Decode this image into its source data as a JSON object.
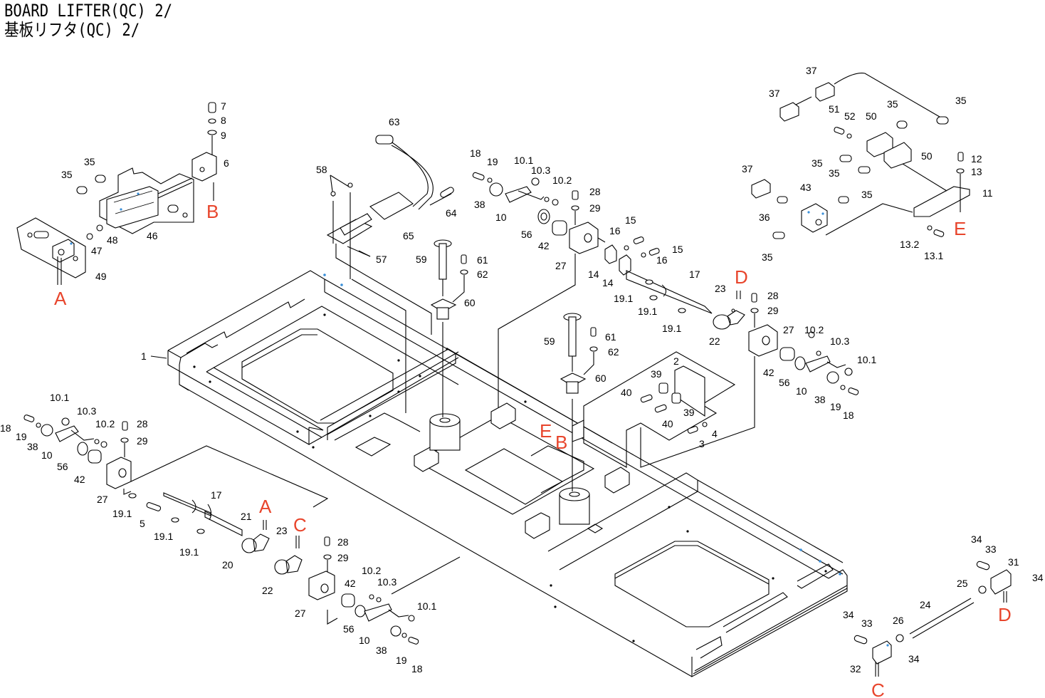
{
  "title": {
    "english": "BOARD LIFTER(QC) 2/",
    "japanese": "基板リフタ(QC) 2/"
  },
  "reference_markers": {
    "color": "#e8452c",
    "items": [
      {
        "id": "A",
        "label": "A"
      },
      {
        "id": "B",
        "label": "B"
      },
      {
        "id": "C",
        "label": "C"
      },
      {
        "id": "D",
        "label": "D"
      },
      {
        "id": "E",
        "label": "E"
      }
    ]
  },
  "callouts": {
    "cylinder_group": [
      "7",
      "8",
      "9",
      "6",
      "35",
      "35",
      "46",
      "47",
      "48",
      "49"
    ],
    "manifold_group": [
      "58",
      "57",
      "63",
      "64",
      "65",
      "59",
      "61",
      "62",
      "60"
    ],
    "top_center_bearing": [
      "18",
      "19",
      "10.1",
      "10.3",
      "10.2",
      "38",
      "10",
      "56",
      "42",
      "27",
      "28",
      "29",
      "15",
      "16",
      "15",
      "16",
      "14",
      "14",
      "19.1",
      "19.1",
      "19.1",
      "17"
    ],
    "switch_group": [
      "37",
      "37",
      "35",
      "51",
      "52",
      "50",
      "35",
      "35",
      "50",
      "35",
      "12",
      "13",
      "11",
      "37",
      "43",
      "35",
      "36",
      "35",
      "13.2",
      "13.1"
    ],
    "right_bearing": [
      "23",
      "22",
      "28",
      "29",
      "27",
      "10.2",
      "10.3",
      "10.1",
      "42",
      "56",
      "10",
      "38",
      "19",
      "18"
    ],
    "bracket_group": [
      "2",
      "39",
      "39",
      "40",
      "40",
      "3",
      "4"
    ],
    "center_lift": [
      "59",
      "61",
      "62",
      "60"
    ],
    "frame": [
      "1"
    ],
    "left_bearing": [
      "10.1",
      "18",
      "19",
      "38",
      "10",
      "10.3",
      "10.2",
      "28",
      "29",
      "56",
      "42",
      "27",
      "19.1",
      "5",
      "19.1",
      "19.1",
      "17"
    ],
    "bottom_bearing": [
      "21",
      "20",
      "23",
      "22",
      "28",
      "29",
      "27",
      "42",
      "56",
      "10.2",
      "10.3",
      "10.1",
      "10",
      "38",
      "19",
      "18"
    ],
    "link_rod": [
      "34",
      "33",
      "31",
      "34",
      "25",
      "24",
      "34",
      "33",
      "26",
      "32",
      "34"
    ]
  }
}
